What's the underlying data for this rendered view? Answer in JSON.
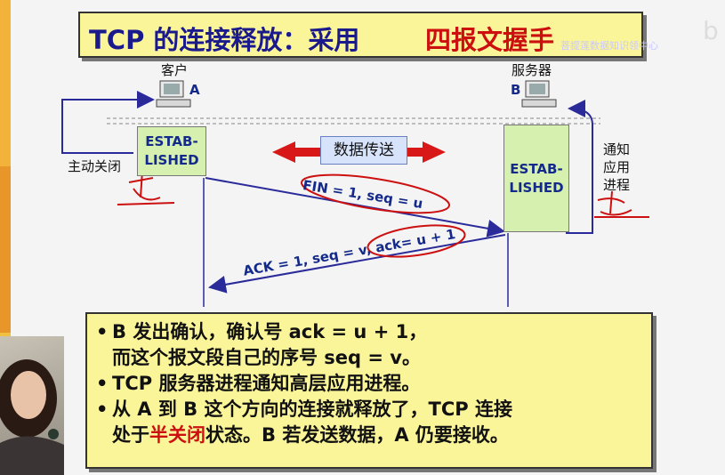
{
  "title": {
    "main": "TCP 的连接释放：采用",
    "emphasis": "四报文握手"
  },
  "client": {
    "label": "客户",
    "host": "A",
    "state_line1": "ESTAB-",
    "state_line2": "LISHED"
  },
  "server": {
    "label": "服务器",
    "host": "B",
    "state_line1": "ESTAB-",
    "state_line2": "LISHED"
  },
  "client_action": "主动关闭",
  "server_action": [
    "通",
    "知",
    "应",
    "用",
    "进",
    "程"
  ],
  "data_transfer": "数据传送",
  "segments": {
    "fin": "FIN = 1, seq = u",
    "ack": "ACK = 1, seq = v, ack= u + 1"
  },
  "watermark": "菩提莲数据知识领中心",
  "bullets": [
    {
      "parts": [
        {
          "text": "B 发出确认，确认号 ack = u + 1，",
          "emph": false
        }
      ]
    },
    {
      "indent": true,
      "parts": [
        {
          "text": "而这个报文段自己的序号 seq = v。",
          "emph": false
        }
      ]
    },
    {
      "parts": [
        {
          "text": "TCP 服务器进程通知高层应用进程。",
          "emph": false
        }
      ]
    },
    {
      "parts": [
        {
          "text": "从 A 到 B 这个方向的连接就释放了，TCP 连接",
          "emph": false
        }
      ]
    },
    {
      "indent": true,
      "parts": [
        {
          "text": "处于",
          "emph": false
        },
        {
          "text": "半关闭",
          "emph": true
        },
        {
          "text": "状态。B 若发送数据，A 仍要接收。",
          "emph": false
        }
      ]
    }
  ],
  "colors": {
    "arrow": "#2a2a9a",
    "accent": "#cc1010",
    "box": "#fbf59a",
    "state": "#d6f0b0"
  }
}
